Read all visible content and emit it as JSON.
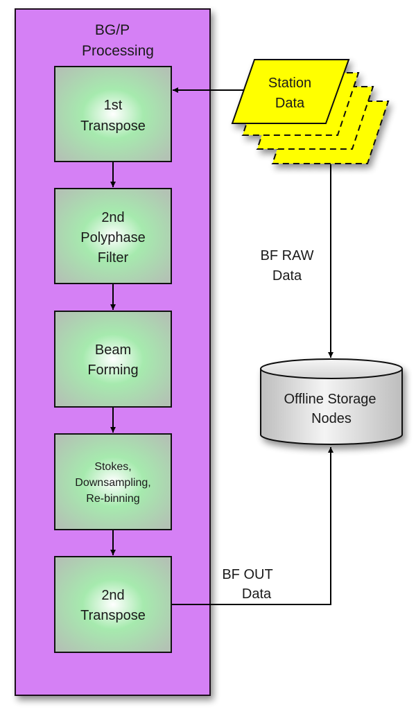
{
  "diagram": {
    "container": {
      "title_lines": [
        "BG/P",
        "Processing"
      ],
      "color": "#d580f5"
    },
    "stages": [
      {
        "id": "first-transpose",
        "lines": [
          "1st",
          "Transpose"
        ]
      },
      {
        "id": "polyphase-filter",
        "lines": [
          "2nd",
          "Polyphase",
          "Filter"
        ]
      },
      {
        "id": "beam-forming",
        "lines": [
          "Beam",
          "Forming"
        ]
      },
      {
        "id": "stokes-downsampling",
        "lines": [
          "Stokes,",
          "Downsampling,",
          "Re-binning"
        ]
      },
      {
        "id": "second-transpose",
        "lines": [
          "2nd",
          "Transpose"
        ]
      }
    ],
    "stage_colors": {
      "center": "#ffffff",
      "mid": "#9de8a6",
      "edge": "#b0c4b2"
    },
    "station_data": {
      "lines": [
        "Station",
        "Data"
      ],
      "color": "#ffff00"
    },
    "storage": {
      "lines": [
        "Offline Storage",
        "Nodes"
      ],
      "color": "#dcdcdc"
    },
    "edges": [
      {
        "from": "station-data",
        "to": "first-transpose",
        "label": []
      },
      {
        "from": "first-transpose",
        "to": "polyphase-filter",
        "label": []
      },
      {
        "from": "polyphase-filter",
        "to": "beam-forming",
        "label": []
      },
      {
        "from": "beam-forming",
        "to": "stokes-downsampling",
        "label": []
      },
      {
        "from": "stokes-downsampling",
        "to": "second-transpose",
        "label": []
      },
      {
        "from": "station-data",
        "to": "offline-storage",
        "label": [
          "BF RAW",
          "Data"
        ]
      },
      {
        "from": "second-transpose",
        "to": "offline-storage",
        "label": [
          "BF OUT",
          "Data"
        ]
      }
    ]
  }
}
